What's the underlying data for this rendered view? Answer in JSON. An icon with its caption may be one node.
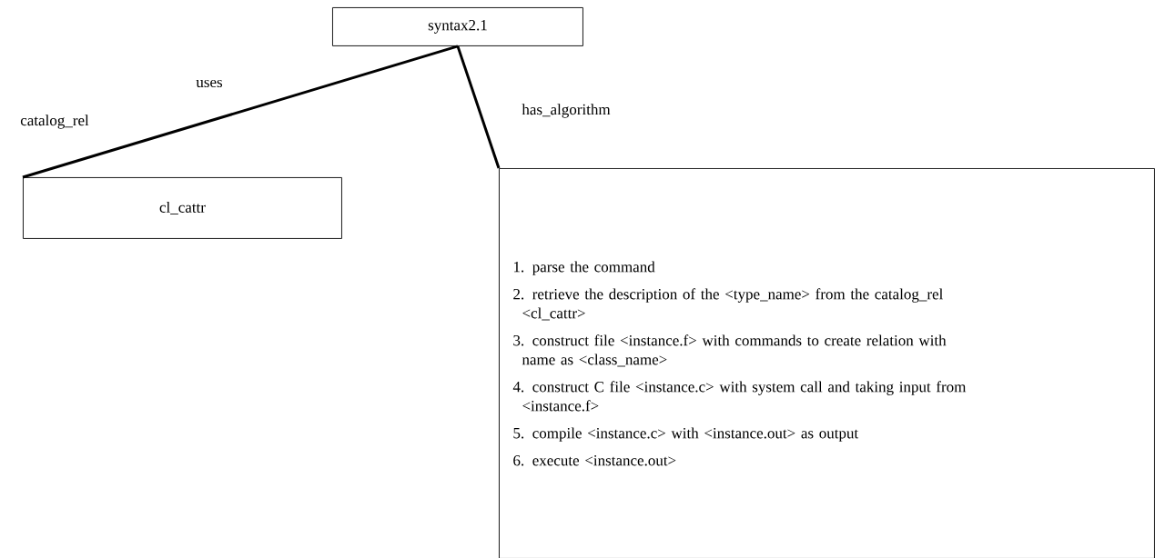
{
  "diagram": {
    "nodes": [
      {
        "text": [
          "syntax2.1"
        ]
      },
      {
        "text": [
          "cl_cattr"
        ]
      },
      {
        "text": [
          "1. parse the command",
          "2. retrieve the description of the <type_name> from the catalog_rel <cl_cattr>",
          "3. construct file <instance.f> with commands to create relation with name as <class_name>",
          "4. construct C file <instance.c> with system call and taking input from <instance.f>",
          "5. compile <instance.c> with <instance.out> as output",
          "6. execute <instance.out>"
        ]
      }
    ],
    "edges": [
      {
        "from": 0,
        "to": 1,
        "arrow": "none",
        "label": "uses"
      },
      {
        "from": 0,
        "to": 2,
        "arrow": "none",
        "label": "has_algorithm"
      }
    ],
    "labels": [
      "catalog_rel"
    ]
  }
}
